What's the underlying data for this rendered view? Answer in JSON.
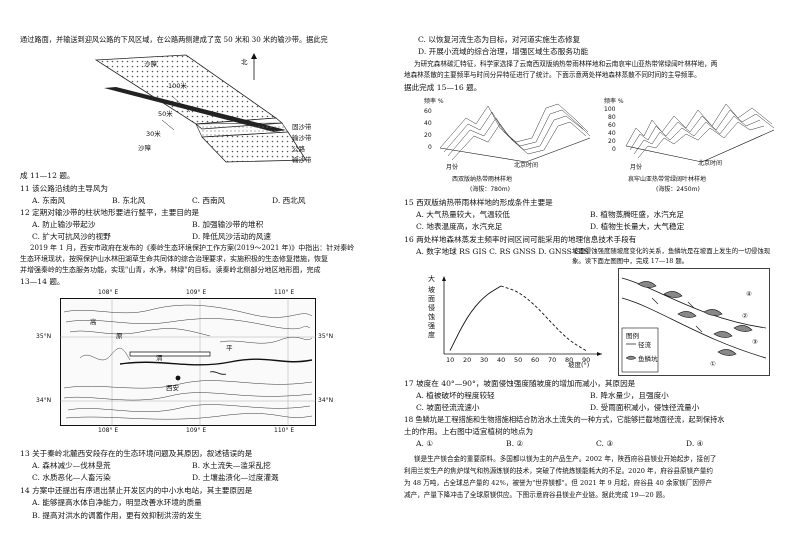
{
  "left": {
    "intro_line": "通过路面，并输送到迎风公路的下风区域，在公路两侧建成了宽 50 米和 30 米的输沙带。据此完",
    "fig1": {
      "north": "北",
      "sand_top": "沙障",
      "w100": "100米",
      "w50": "50米",
      "w30": "30米",
      "sand_bottom": "沙障",
      "legend": [
        "固沙带",
        "输沙带",
        "公路",
        "输沙带"
      ]
    },
    "q11_12_intro": "成 11—12 题。",
    "q11": "11 该公路沿线的主导风为",
    "q11_opts": [
      "A. 东南风",
      "B. 东北风",
      "C. 西南风",
      "D. 西北风"
    ],
    "q12": "12 定期对输沙带的柱状地形要进行整平，主要目的是",
    "q12_a": "A. 防止输沙带起沙",
    "q12_b": "B. 加强输沙带的堆积",
    "q12_c": "C. 扩大可抗风沙的视野",
    "q12_d": "D. 降低风沙活动的风速",
    "para_lines": [
      "2019 年 1 月，西安市政府在发布的《秦岭生态环境保护工作方案(2019～2021 年)》中指出：针对秦岭",
      "生态环境现状，按照保护山水林田湖草生命共同体的综合治理要求，实施积极的生态修复措施，恢复",
      "并增强秦岭的生态服务功能，实现\"山青，水净，林绿\"的目标。读秦岭北侧部分地区地形图，完成",
      "13—14 题。"
    ],
    "map": {
      "lon_top": [
        "108° E",
        "109° E",
        "110° E"
      ],
      "lon_bottom": [
        "108° E",
        "109° E",
        "110° E"
      ],
      "lat_left": [
        "35°N",
        "34°N"
      ],
      "lat_right": [
        "35°N",
        "34°N"
      ],
      "places": [
        "高",
        "原",
        "平",
        "渭",
        "西安"
      ]
    },
    "q13": "13 关于秦岭北麓西安段存在的生态环境问题及其原因，叙述错误的是",
    "q13_a": "A. 森林减少—伐林垦荒",
    "q13_b": "B. 水土流失—滥采乱挖",
    "q13_c": "C. 水质恶化—人畜污染",
    "q13_d": "D. 土壤盐渍化—过度灌溉",
    "q14": "14 方案中还提出有序退出禁止开发区内的中小水电站，其主要原因是",
    "q14_a": "A. 能够提高水体自净能力，明显改善水环境的质量",
    "q14_b": "B. 提高对洪水的调蓄作用，更有效抑制洪涝的发生"
  },
  "right": {
    "c_opt": "C. 以恢复河流生态为目标，对河道实施生态修复",
    "d_opt": "D. 开展小流域的综合治理，增强区域生态服务功能",
    "para1": [
      "为研究森林碳汇特征，科学家选择了云南西双版纳热带雨林样地和云南哀牢山亚热带常绿阔叶林样地，两",
      "地森林蒸散的主要频率与时间分异特征进行了统计。下面示意两处样地森林蒸散不同时间的主导频率。",
      "据此完成 15—16 题。"
    ],
    "fig_left": {
      "ylabel": "频率 %",
      "yticks": [
        "60",
        "40",
        "20",
        "0"
      ],
      "xlabel": "月份",
      "zlabel": "北京时间",
      "caption": "西双版纳热带雨林样地",
      "sub": "(海拔：780m)"
    },
    "fig_right": {
      "ylabel": "频率 %",
      "yticks": [
        "100",
        "80",
        "60",
        "40",
        "20",
        "0"
      ],
      "xlabel": "月份",
      "zlabel": "北京时间",
      "caption": "哀牢山亚热带常绿阔叶林样地",
      "sub": "(海拔：2450m)"
    },
    "q15": "15 西双版纳热带雨林样地的形成条件主要是",
    "q15_a": "A. 大气热量较大，气温较低",
    "q15_b": "B. 植物蒸腾旺盛，水汽充足",
    "q15_c": "C. 地表温度高，水汽充足",
    "q15_d": "D. 植物生长量大，大气稳定",
    "q16": "16 两处样地森林蒸发主频率时间区间可能采用的地理信息技术手段有",
    "q16_opts": "A. 数字地球 RS    GIS C. RS    GNSS    D. GNSS GIS",
    "q16_tail": "坡面侵蚀强度随坡度变化的关系，鱼鳞坑是在坡面上发生的一切侵蚀现象。读下面左图图中，完成 17—18 题。",
    "chart_data": {
      "type": "line",
      "title": "",
      "ylabel": "坡面侵蚀强度",
      "y_top": "大",
      "xlabel": "坡度(°)",
      "x": [
        10,
        20,
        30,
        40,
        50,
        60,
        70,
        80,
        90
      ],
      "xlim": [
        10,
        90
      ],
      "series": [
        {
          "style": "solid",
          "x": [
            10,
            20,
            30,
            40
          ],
          "y": [
            0.05,
            0.55,
            0.85,
            1.0
          ]
        },
        {
          "style": "dashed",
          "x": [
            40,
            50,
            60,
            70,
            80,
            90
          ],
          "y": [
            1.0,
            0.92,
            0.72,
            0.45,
            0.2,
            0.05
          ]
        }
      ]
    },
    "right_fig": {
      "markers": [
        "①",
        "②",
        "③",
        "④"
      ],
      "legend_title": "图例",
      "legend_items": [
        "径流",
        "鱼鳞坑"
      ]
    },
    "q17": "17 坡度在 40°—90°，坡面侵蚀强度随坡度的增加而减小，其原因是",
    "q17_a": "A. 植被破坏的程度较轻",
    "q17_b": "B. 降水量少，且强度小",
    "q17_c": "C. 坡面径流流速小",
    "q17_d": "D. 受雨面积减小，侵蚀径流量小",
    "q18": "18 鱼鳞坑是工程措施和生物措施相结合防治水土流失的一种方式，它能够拦截地面径流，起到保持水",
    "q18_b": "土的作用。上右图中适宜植树的地点为",
    "q18_opts": [
      "A. ①",
      "B. ②",
      "C. ③",
      "D. ④"
    ],
    "para2": [
      "镁是生产镁合金的重要原料。多国都以镁为主的产品生产。2002 年，陕西府谷县镁业开始起步，接创了",
      "利用兰炭生产的焦炉煤气和热源炼镁的技术，突破了传统炼镁能耗大的不足。2020 年，府谷县原镁产量约",
      "为 48 万吨，占全球总产量的 42%，被誉为\"世界镁都\"。但 2021 年 9 月起，府谷县 40 余家镁厂因停产",
      "减产，产量下降冲击了全球原镁供应。下图示意府谷县镁业产业链。据此完成 19—20 题。"
    ]
  }
}
